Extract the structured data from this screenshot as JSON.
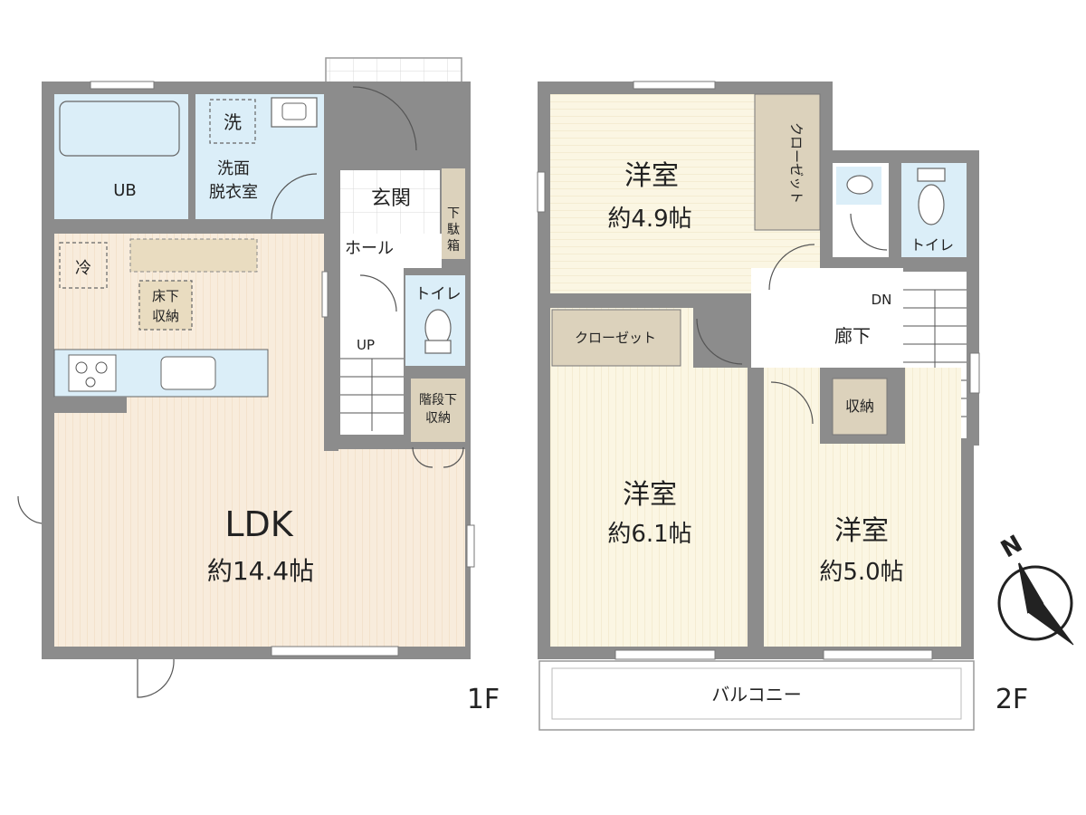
{
  "floor1": {
    "label": "1F",
    "rooms": {
      "ub": "UB",
      "washroom_l1": "洗面",
      "washroom_l2": "脱衣室",
      "washer": "洗",
      "entrance": "玄関",
      "shoebox_l1": "下",
      "shoebox_l2": "駄",
      "shoebox_l3": "箱",
      "hall": "ホール",
      "toilet": "トイレ",
      "fridge": "冷",
      "underfloor_l1": "床下",
      "underfloor_l2": "収納",
      "stairs_up": "UP",
      "understairs_l1": "階段下",
      "understairs_l2": "収納",
      "ldk_name": "LDK",
      "ldk_size": "約14.4帖"
    }
  },
  "floor2": {
    "label": "2F",
    "rooms": {
      "room_a_name": "洋室",
      "room_a_size": "約4.9帖",
      "closet_a": "クローゼット",
      "toilet": "トイレ",
      "stairs_down": "DN",
      "corridor": "廊下",
      "closet_b": "クローゼット",
      "storage": "収納",
      "room_b_name": "洋室",
      "room_b_size": "約6.1帖",
      "room_c_name": "洋室",
      "room_c_size": "約5.0帖",
      "balcony": "バルコニー"
    }
  },
  "compass": {
    "north_label": "N",
    "icon": "compass-north-icon"
  },
  "colors": {
    "wall": "#8c8c8c",
    "floor_wood": "#f8ecdc",
    "room_cream": "#fbf6e3",
    "wet_area": "#dbeef8",
    "storage": "#dcd2bc",
    "tile": "#ffffff"
  }
}
